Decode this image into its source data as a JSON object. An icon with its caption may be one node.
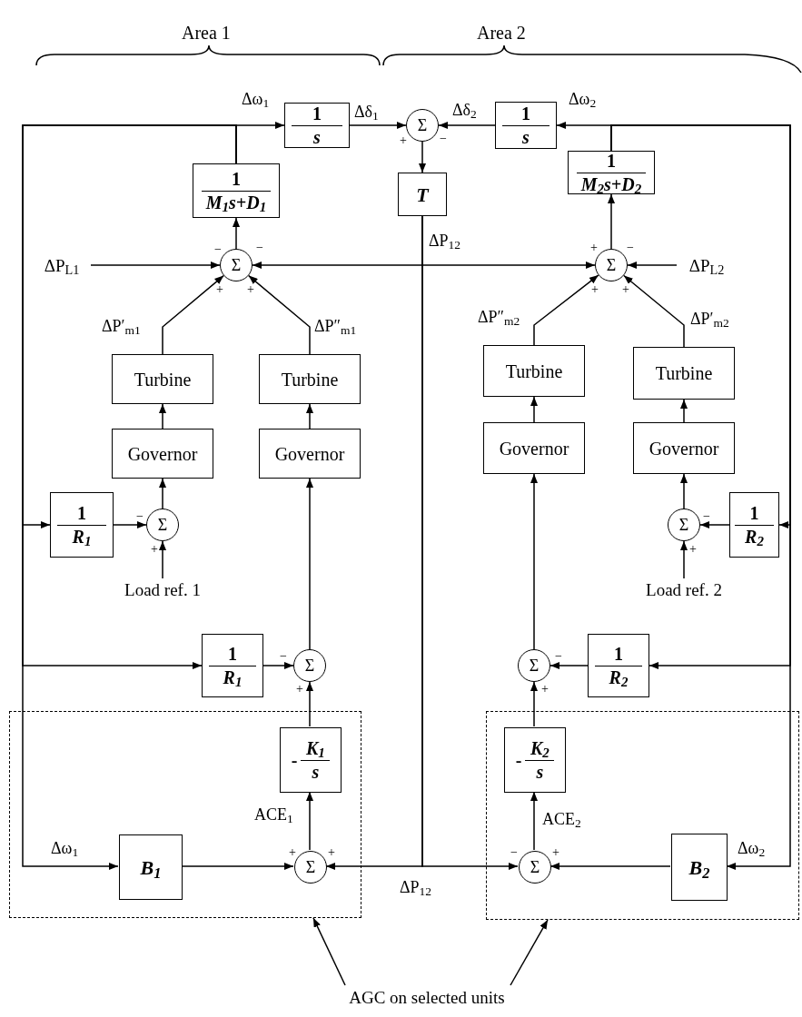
{
  "diagram": {
    "nodes": [
      {
        "text": [
          "1",
          "s"
        ]
      },
      {
        "text": [
          "Σ"
        ]
      },
      {
        "text": [
          "1",
          "s"
        ]
      },
      {
        "text": [
          "1",
          "M$_{1}$s+D$_{1}$"
        ]
      },
      {
        "text": [
          "T"
        ]
      },
      {
        "text": [
          "1",
          "M$_{2}$s+D$_{2}$"
        ]
      },
      {
        "text": [
          "ΔP$_{L1}$"
        ]
      },
      {
        "text": [
          "Σ"
        ]
      },
      {
        "text": [
          "Σ"
        ]
      },
      {
        "text": [
          "ΔP$_{L2}$"
        ]
      },
      {
        "text": [
          "Turbine"
        ]
      },
      {
        "text": [
          "Turbine"
        ]
      },
      {
        "text": [
          "Turbine"
        ]
      },
      {
        "text": [
          "Turbine"
        ]
      },
      {
        "text": [
          "Governor"
        ]
      },
      {
        "text": [
          "Governor"
        ]
      },
      {
        "text": [
          "Governor"
        ]
      },
      {
        "text": [
          "Governor"
        ]
      },
      {
        "text": [
          "1",
          "R$_{1}$"
        ]
      },
      {
        "text": [
          "Σ"
        ]
      },
      {
        "text": [
          "Σ"
        ]
      },
      {
        "text": [
          "1",
          "R$_{2}$"
        ]
      },
      {
        "text": [
          "Load ref. 1"
        ]
      },
      {
        "text": [
          "Load ref. 2"
        ]
      },
      {
        "text": [
          "1",
          "R$_{1}$"
        ]
      },
      {
        "text": [
          "Σ"
        ]
      },
      {
        "text": [
          "Σ"
        ]
      },
      {
        "text": [
          "1",
          "R$_{2}$"
        ]
      },
      {
        "text": [],
        "shape": "box"
      },
      {
        "text": [],
        "shape": "box"
      },
      {
        "text": [
          "-",
          "K$_{1}$",
          "s"
        ],
        "in": 28
      },
      {
        "text": [
          "-",
          "K$_{2}$",
          "s"
        ],
        "in": 29
      },
      {
        "text": [
          "B$_{1}$"
        ],
        "in": 28
      },
      {
        "text": [
          "Σ"
        ],
        "in": 28
      },
      {
        "text": [
          "Σ"
        ],
        "in": 29
      },
      {
        "text": [
          "B$_{2}$"
        ],
        "in": 29
      },
      {
        "text": [
          "AGC on selected units"
        ]
      }
    ],
    "edges": [
      {
        "from": 3,
        "to": 0,
        "arrow": "to",
        "label": "Δω$_{1}$"
      },
      {
        "from": 0,
        "to": 1,
        "arrow": "to",
        "label": "Δδ$_{1}$"
      },
      {
        "from": 2,
        "to": 1,
        "arrow": "to",
        "label": "Δδ$_{2}$"
      },
      {
        "from": 1,
        "to": 4,
        "arrow": "to"
      },
      {
        "from": 4,
        "to": 7,
        "arrow": "to",
        "label": "ΔP$_{12}$"
      },
      {
        "from": 4,
        "to": 8,
        "arrow": "to"
      },
      {
        "from": 4,
        "to": 33,
        "arrow": "to",
        "label": "ΔP$_{12}$"
      },
      {
        "from": 4,
        "to": 34,
        "arrow": "to"
      },
      {
        "from": 6,
        "to": 7,
        "arrow": "to"
      },
      {
        "from": 9,
        "to": 8,
        "arrow": "to"
      },
      {
        "from": 7,
        "to": 3,
        "arrow": "to"
      },
      {
        "from": 8,
        "to": 5,
        "arrow": "to"
      },
      {
        "from": 5,
        "to": 2,
        "arrow": "to",
        "label": "Δω$_{2}$"
      },
      {
        "from": 5,
        "to": 21,
        "arrow": "to"
      },
      {
        "from": 5,
        "to": 27,
        "arrow": "to"
      },
      {
        "from": 5,
        "to": 35,
        "arrow": "to",
        "label": "Δω$_{2}$"
      },
      {
        "from": 10,
        "to": 7,
        "arrow": "to",
        "label": "ΔP′$_{m1}$"
      },
      {
        "from": 11,
        "to": 7,
        "arrow": "to",
        "label": "ΔP″$_{m1}$"
      },
      {
        "from": 12,
        "to": 8,
        "arrow": "to",
        "label": "ΔP″$_{m2}$"
      },
      {
        "from": 13,
        "to": 8,
        "arrow": "to",
        "label": "ΔP′$_{m2}$"
      },
      {
        "from": 14,
        "to": 10,
        "arrow": "to"
      },
      {
        "from": 15,
        "to": 11,
        "arrow": "to"
      },
      {
        "from": 16,
        "to": 12,
        "arrow": "to"
      },
      {
        "from": 17,
        "to": 13,
        "arrow": "to"
      },
      {
        "from": 18,
        "to": 19,
        "arrow": "to"
      },
      {
        "from": 19,
        "to": 14,
        "arrow": "to"
      },
      {
        "from": 22,
        "to": 19,
        "arrow": "to"
      },
      {
        "from": 21,
        "to": 20,
        "arrow": "to"
      },
      {
        "from": 20,
        "to": 17,
        "arrow": "to"
      },
      {
        "from": 23,
        "to": 20,
        "arrow": "to"
      },
      {
        "from": 3,
        "to": 18,
        "arrow": "to"
      },
      {
        "from": 3,
        "to": 24,
        "arrow": "to"
      },
      {
        "from": 3,
        "to": 32,
        "arrow": "to",
        "label": "Δω$_{1}$"
      },
      {
        "from": 24,
        "to": 25,
        "arrow": "to"
      },
      {
        "from": 25,
        "to": 15,
        "arrow": "to"
      },
      {
        "from": 30,
        "to": 25,
        "arrow": "to"
      },
      {
        "from": 27,
        "to": 26,
        "arrow": "to"
      },
      {
        "from": 26,
        "to": 16,
        "arrow": "to"
      },
      {
        "from": 31,
        "to": 26,
        "arrow": "to"
      },
      {
        "from": 33,
        "to": 30,
        "arrow": "to",
        "label": "ACE$_{1}$"
      },
      {
        "from": 34,
        "to": 31,
        "arrow": "to",
        "label": "ACE$_{2}$"
      },
      {
        "from": 32,
        "to": 33,
        "arrow": "to"
      },
      {
        "from": 35,
        "to": 34,
        "arrow": "to"
      },
      {
        "from": 36,
        "to": 28,
        "arrow": "to"
      },
      {
        "from": 36,
        "to": 29,
        "arrow": "to"
      }
    ],
    "labels": [
      "Area 1",
      "Area 2",
      "+",
      "−",
      "−",
      "−",
      "+",
      "+",
      "+",
      "−",
      "+",
      "+",
      "−",
      "+",
      "−",
      "+",
      "−",
      "+",
      "−",
      "+",
      "+",
      "+",
      "−",
      "+"
    ]
  }
}
